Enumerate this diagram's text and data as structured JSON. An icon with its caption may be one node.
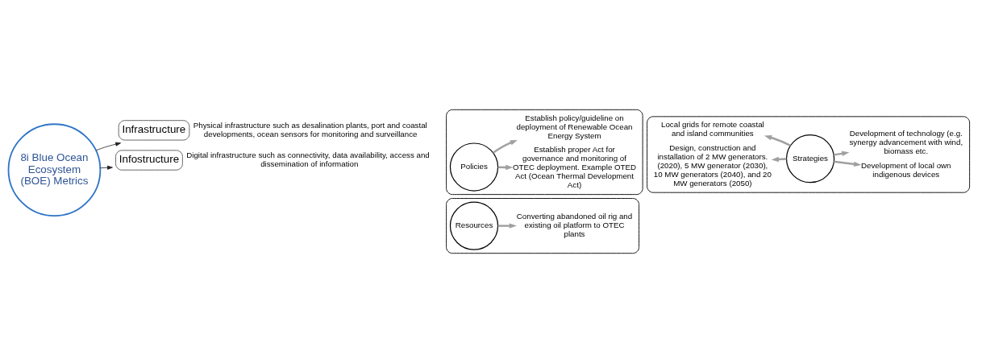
{
  "diagram": {
    "nodes": [
      {
        "text": [
          "8i Blue Ocean Ecosystem (BOE) Metrics"
        ]
      },
      {
        "text": [
          "Infrastructure"
        ],
        "beside": [
          "Physical infrastructure such as desalination plants, port and coastal developments, ocean sensors for monitoring and surveillance"
        ]
      },
      {
        "text": [],
        "shape": "box"
      },
      {
        "text": [
          "Policies"
        ],
        "in": 2
      },
      {
        "text": [
          "Establish policy/guideline on deployment of Renewable Ocean Energy System"
        ],
        "in": 2
      },
      {
        "text": [
          "Establish proper Act for governance and monitoring of OTEC deployment. Example OTED Act (Ocean Thermal Development Act)"
        ],
        "in": 2
      },
      {
        "text": [],
        "shape": "box"
      },
      {
        "text": [
          "Strategies"
        ],
        "in": 6
      },
      {
        "text": [
          "Design, construction and installation of 2 MW generators. (2020), 5 MW generator (2030), 10 MW generators (2040), and 20 MW generators (2050)"
        ],
        "in": 6
      },
      {
        "text": [
          "Development of local own indigenous devices"
        ],
        "in": 6
      },
      {
        "text": [
          "Local grids for remote coastal and island communities"
        ],
        "in": 6
      },
      {
        "text": [
          "Development of technology (e.g. synergy advancement with wind, biomass etc."
        ],
        "in": 6
      },
      {
        "text": [],
        "shape": "box"
      },
      {
        "text": [
          "Resources"
        ],
        "in": 12
      },
      {
        "text": [
          "Converting abandoned oil rig and existing oil platform to OTEC plants"
        ],
        "in": 12
      },
      {
        "text": [
          "Infostructure"
        ],
        "beside": [
          "Digital infrastructure such as connectivity, data availability, access and dissemination of information"
        ]
      }
    ],
    "edges": [
      {
        "from": 0,
        "to": 1,
        "arrow": "to",
        "color": "#222222"
      },
      {
        "from": 3,
        "to": 4,
        "arrow": "to"
      },
      {
        "from": 3,
        "to": 5,
        "arrow": "to"
      },
      {
        "from": 7,
        "to": 8,
        "arrow": "to"
      },
      {
        "from": 7,
        "to": 9,
        "arrow": "to"
      },
      {
        "from": 7,
        "to": 10,
        "arrow": "to"
      },
      {
        "from": 7,
        "to": 11,
        "arrow": "to"
      },
      {
        "from": 13,
        "to": 14,
        "arrow": "to"
      },
      {
        "from": 0,
        "to": 15,
        "arrow": "to",
        "color": "#222222"
      }
    ]
  }
}
